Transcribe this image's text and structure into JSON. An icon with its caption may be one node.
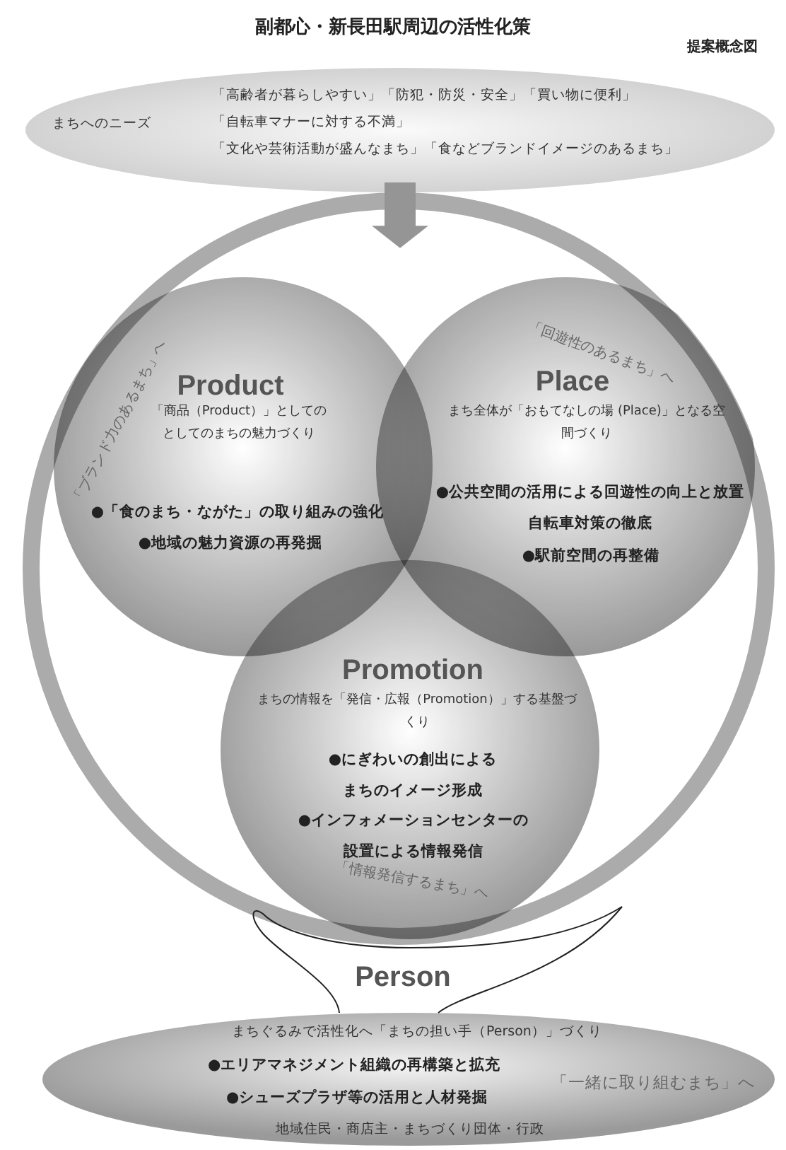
{
  "diagram": {
    "title": "副都心・新長田駅周辺の活性化策",
    "nodes": [
      {
        "text": [
          "まちへのニーズ",
          "「高齢者が暮らしやすい」「防犯・防災・安全」「買い物に便利」",
          "「自転車マナーに対する不満」",
          "「文化や芸術活動が盛んなまち」「食などブランドイメージのあるまち」"
        ]
      },
      {
        "text": [],
        "shape": "circle"
      },
      {
        "text": [
          "Product",
          "「商品（Product）」としてのとしてのまちの魅力づくり",
          "●「食のまち・ながた」の取り組みの強化",
          "●地域の魅力資源の再発掘",
          "「ブランド力のあるまち」へ"
        ],
        "in": 1
      },
      {
        "text": [
          "Place",
          "まち全体が「おもてなしの場 (Place)」となる空間づくり",
          "●公共空間の活用による回遊性の向上と放置自転車対策の徹底",
          "●駅前空間の再整備",
          "「回遊性のあるまち」へ"
        ],
        "in": 1
      },
      {
        "text": [
          "Promotion",
          "まちの情報を「発信・広報（Promotion）」する基盤づくり",
          "●にぎわいの創出によるまちのイメージ形成",
          "●インフォメーションセンターの設置による情報発信",
          "「情報発信するまち」へ"
        ],
        "in": 1
      },
      {
        "text": [
          "Person",
          "まちぐるみで活性化へ「まちの担い手（Person）」づくり",
          "●エリアマネジメント組織の再構築と拡充",
          "●シューズプラザ等の活用と人材発掘",
          "地域住民・商店主・まちづくり団体・行政",
          "「一緒に取り組むまち」へ"
        ]
      }
    ],
    "edges": [
      {
        "from": 0,
        "to": 1,
        "arrow": "to"
      }
    ],
    "labels": [
      "提案概念図"
    ]
  }
}
